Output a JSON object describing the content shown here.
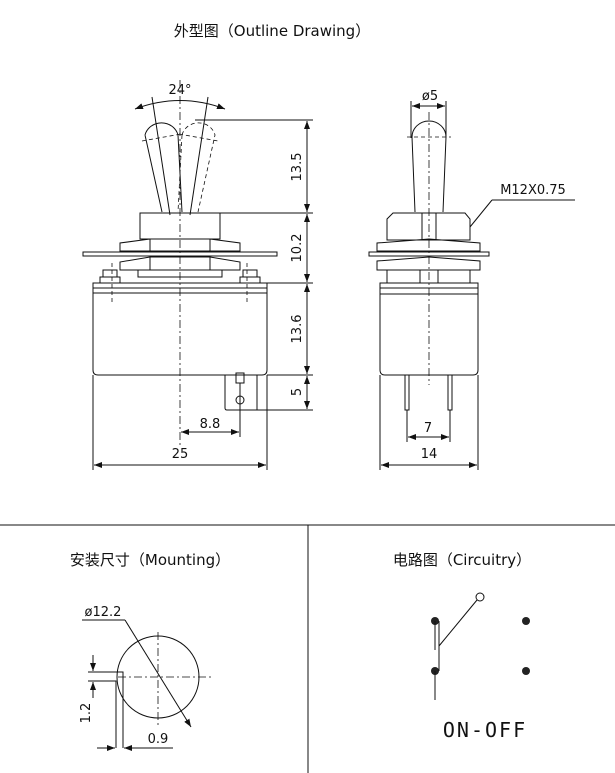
{
  "titles": {
    "outline": "外型图（Outline Drawing）",
    "mounting": "安装尺寸（Mounting）",
    "circuitry": "电路图（Circuitry）"
  },
  "front_view": {
    "angle": "24°",
    "dims": {
      "lever_height": "13.5",
      "bushing_height": "10.2",
      "body_height": "13.6",
      "terminal_height": "5",
      "terminal_offset": "8.8",
      "width": "25"
    }
  },
  "side_view": {
    "lever_diameter": "ø5",
    "thread": "M12X0.75",
    "dims": {
      "terminal_pitch": "7",
      "width": "14"
    }
  },
  "mounting": {
    "hole_diameter": "ø12.2",
    "key_height": "1.2",
    "key_width": "0.9"
  },
  "circuit": {
    "label": "ON-OFF"
  }
}
